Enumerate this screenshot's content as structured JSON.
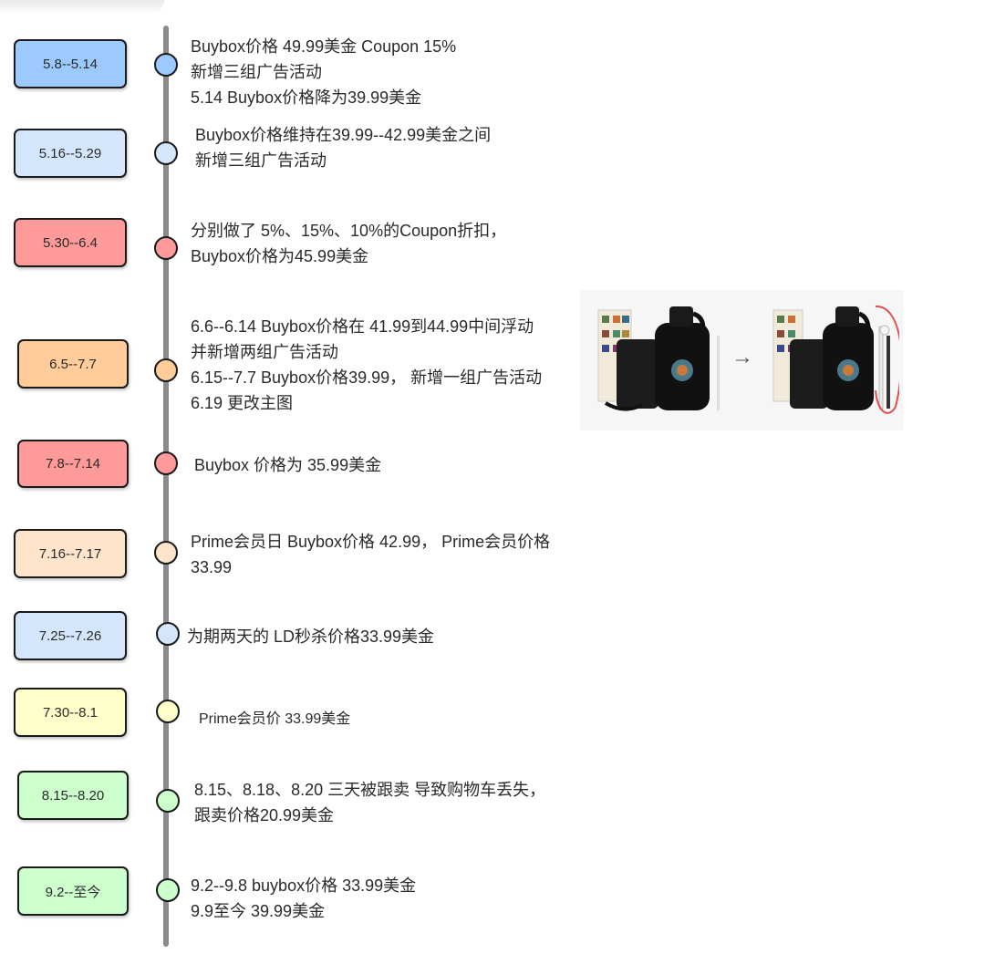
{
  "colors": {
    "blue_strong": "#9ccaff",
    "blue_light": "#d4e6fb",
    "red": "#ff9a9a",
    "orange": "#ffcc9a",
    "peach": "#ffe4cc",
    "yellow": "#ffffcc",
    "green": "#ccffcc",
    "line": "#8a8a8a",
    "highlight": "#e05050"
  },
  "milestones": [
    {
      "date": "5.8--5.14",
      "lines": [
        "Buybox价格  49.99美金  Coupon 15%",
        "新增三组广告活动",
        "5.14  Buybox价格降为39.99美金"
      ]
    },
    {
      "date": "5.16--5.29",
      "lines": [
        "Buybox价格维持在39.99--42.99美金之间",
        "新增三组广告活动"
      ]
    },
    {
      "date": "5.30--6.4",
      "lines": [
        "分别做了 5%、15%、10%的Coupon折扣，",
        "Buybox价格为45.99美金"
      ]
    },
    {
      "date": "6.5--7.7",
      "lines": [
        "6.6--6.14 Buybox价格在 41.99到44.99中间浮动",
        " 并新增两组广告活动",
        "6.15--7.7 Buybox价格39.99， 新增一组广告活动",
        "6.19 更改主图"
      ]
    },
    {
      "date": "7.8--7.14",
      "lines": [
        "Buybox 价格为  35.99美金"
      ]
    },
    {
      "date": "7.16--7.17",
      "lines": [
        "Prime会员日  Buybox价格 42.99， Prime会员价格 33.99"
      ]
    },
    {
      "date": "7.25--7.26",
      "lines": [
        "为期两天的 LD秒杀价格33.99美金"
      ]
    },
    {
      "date": "7.30--8.1",
      "lines": [
        "Prime会员价 33.99美金"
      ]
    },
    {
      "date": "8.15--8.20",
      "lines": [
        "8.15、8.18、8.20 三天被跟卖 导致购物车丢失，",
        "跟卖价格20.99美金"
      ]
    },
    {
      "date": "9.2--至今",
      "lines": [
        "9.2--9.8 buybox价格 33.99美金",
        "9.9至今  39.99美金"
      ]
    }
  ],
  "figure": {
    "arrow_glyph": "→",
    "before_icon": "water-bottle-product-photo",
    "after_icon": "water-bottle-product-photo-with-straw-brush"
  }
}
